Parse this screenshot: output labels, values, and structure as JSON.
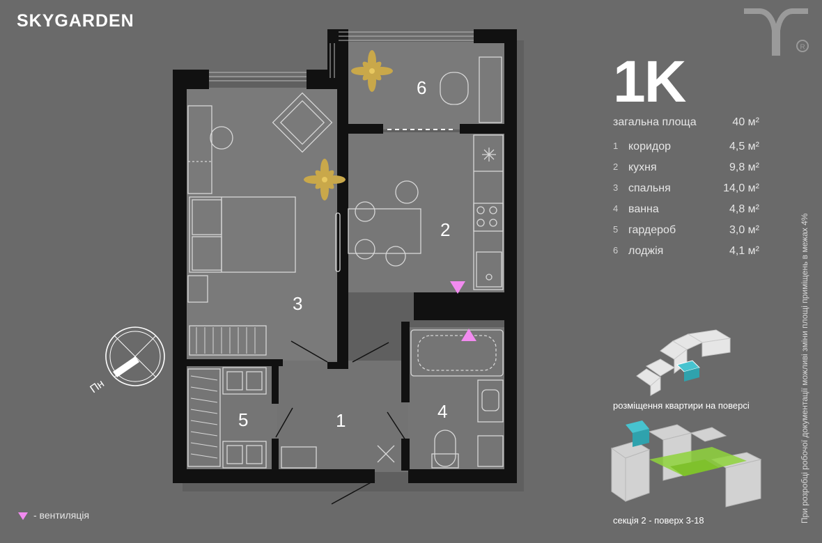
{
  "brand": "SKYGARDEN",
  "apartment_type": "1K",
  "total_area": {
    "label": "загальна площа",
    "value": "40 м²"
  },
  "rooms": [
    {
      "number": "1",
      "name": "коридор",
      "area": "4,5 м²"
    },
    {
      "number": "2",
      "name": "кухня",
      "area": "9,8 м²"
    },
    {
      "number": "3",
      "name": "спальня",
      "area": "14,0 м²"
    },
    {
      "number": "4",
      "name": "ванна",
      "area": "4,8 м²"
    },
    {
      "number": "5",
      "name": "гардероб",
      "area": "3,0 м²"
    },
    {
      "number": "6",
      "name": "лоджія",
      "area": "4,1 м²"
    }
  ],
  "legend": {
    "label": "- вентиляція"
  },
  "compass_label": "Пн",
  "side_note": "При розробці робочої документації можливі зміни площі приміщень в межах 4%",
  "floor_location_caption": "розміщення квартири на поверсі",
  "section_caption": "секція 2 - поверх 3-18",
  "colors": {
    "background": "#6a6a6a",
    "wall": "#111111",
    "floor": "#777777",
    "ventilation": "#f28bf0",
    "highlight_floor": "#47c3cf",
    "highlight_section": "#8fd43c"
  }
}
